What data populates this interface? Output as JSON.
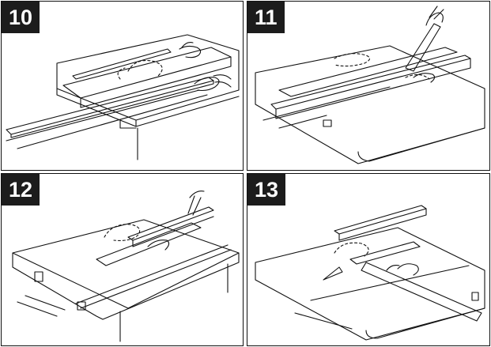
{
  "panels": [
    {
      "number": "10",
      "illustration": "table-saw-rip-cut-with-rip-fence"
    },
    {
      "number": "11",
      "illustration": "table-saw-push-stick-rip-cut"
    },
    {
      "number": "12",
      "illustration": "table-saw-narrow-rip-with-push-stick"
    },
    {
      "number": "13",
      "illustration": "table-saw-crosscut-with-miter-gauge"
    }
  ],
  "colors": {
    "ink": "#111111",
    "badge": "#1c1c1c",
    "badge_text": "#ffffff",
    "paper": "#ffffff"
  }
}
